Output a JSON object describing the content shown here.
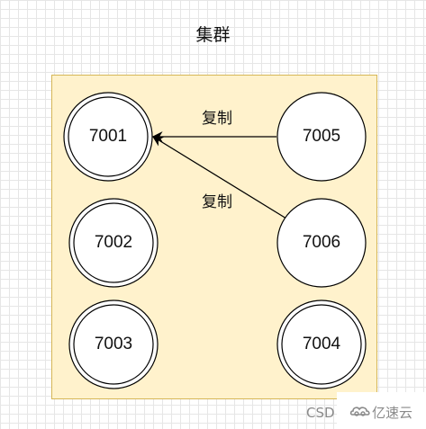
{
  "diagram": {
    "title": "集群",
    "nodes": [
      {
        "id": "n7001",
        "label": "7001",
        "double_border": true
      },
      {
        "id": "n7002",
        "label": "7002",
        "double_border": true
      },
      {
        "id": "n7003",
        "label": "7003",
        "double_border": true
      },
      {
        "id": "n7004",
        "label": "7004",
        "double_border": true
      },
      {
        "id": "n7005",
        "label": "7005",
        "double_border": false
      },
      {
        "id": "n7006",
        "label": "7006",
        "double_border": false
      }
    ],
    "edges": [
      {
        "from": "7005",
        "to": "7001",
        "label": "复制"
      },
      {
        "from": "7006",
        "to": "7001",
        "label": "复制"
      }
    ],
    "colors": {
      "cluster_fill": "#fff2cc",
      "cluster_stroke": "#d6b656",
      "node_fill": "#ffffff",
      "stroke": "#000000"
    }
  },
  "watermark": {
    "prefix": "CSD",
    "logo_icon": "yisu-cloud-icon",
    "text": "亿速云"
  }
}
